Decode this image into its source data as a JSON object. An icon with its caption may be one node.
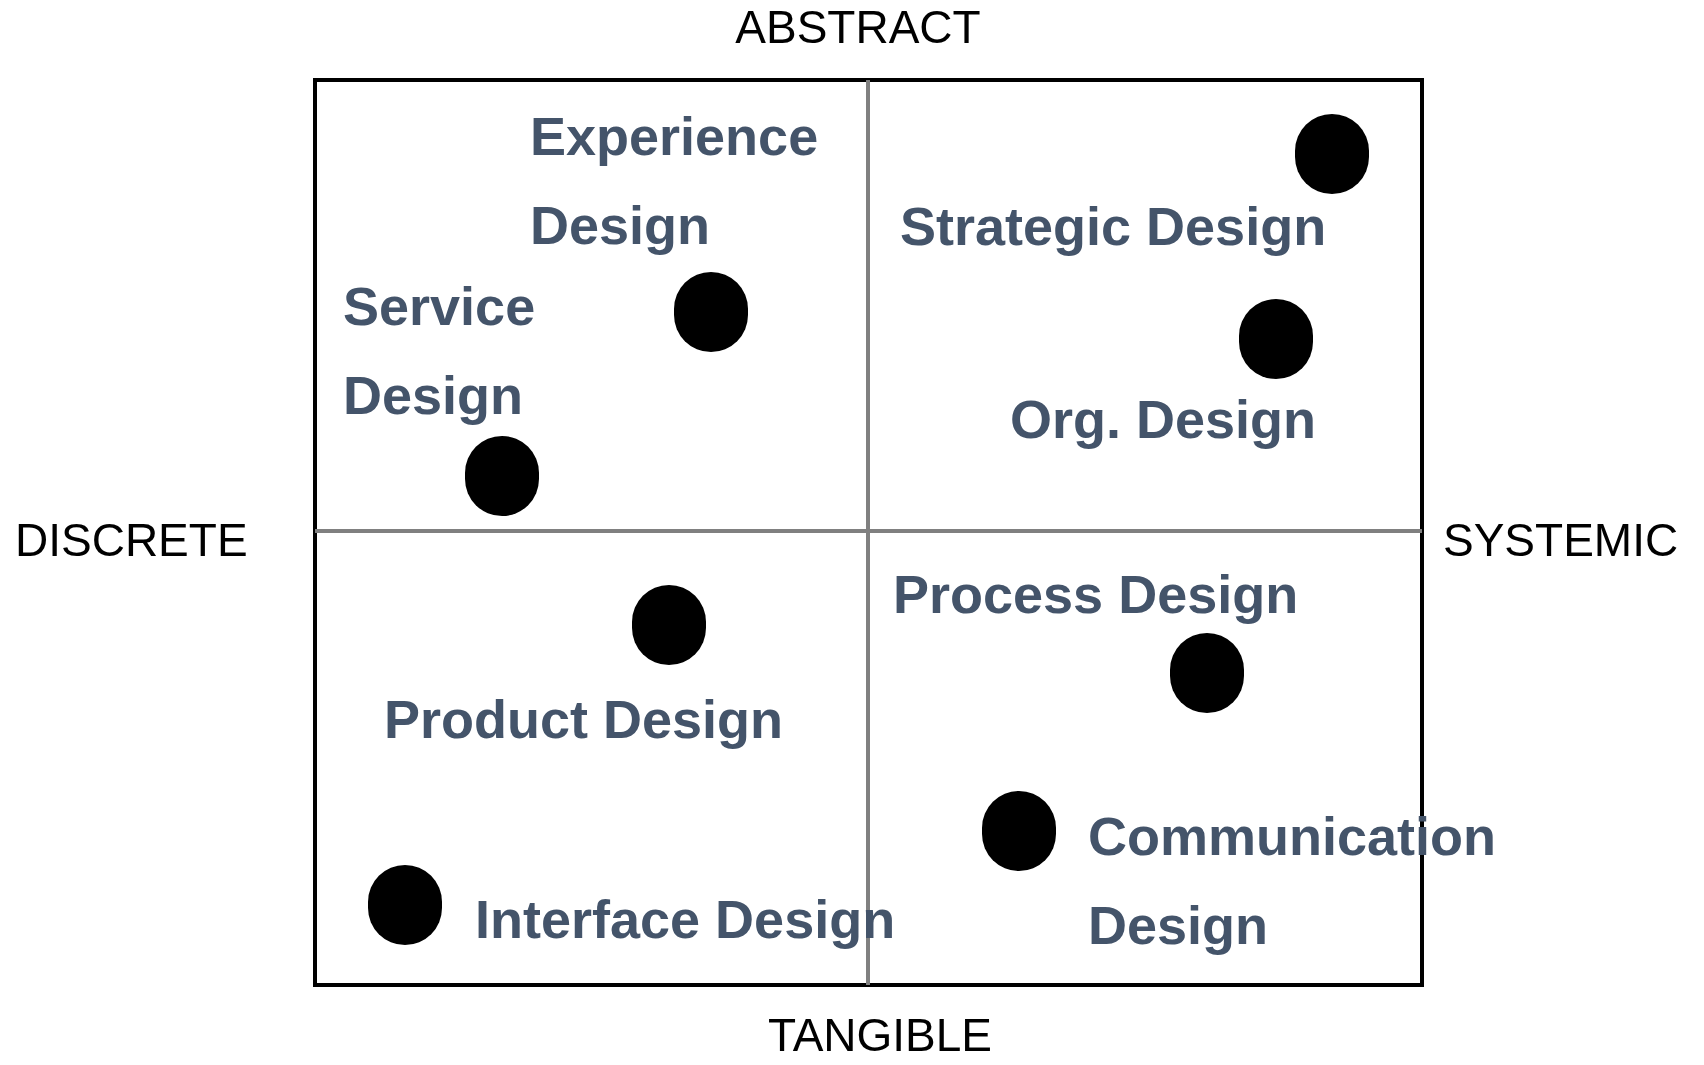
{
  "diagram": {
    "nodes": [
      {
        "text": [],
        "shape": "circle"
      },
      {
        "text": [],
        "shape": "circle"
      },
      {
        "text": [],
        "shape": "circle"
      },
      {
        "text": [],
        "shape": "circle"
      },
      {
        "text": [],
        "shape": "circle"
      },
      {
        "text": [],
        "shape": "circle"
      },
      {
        "text": [],
        "shape": "circle"
      },
      {
        "text": [],
        "shape": "circle"
      }
    ],
    "labels": [
      "ABSTRACT",
      "DISCRETE",
      "SYSTEMIC",
      "TANGIBLE",
      "Experience Design",
      "Strategic Design",
      "Service Design",
      "Org. Design",
      "Process Design",
      "Product Design",
      "Communication Design",
      "Interface Design"
    ]
  }
}
